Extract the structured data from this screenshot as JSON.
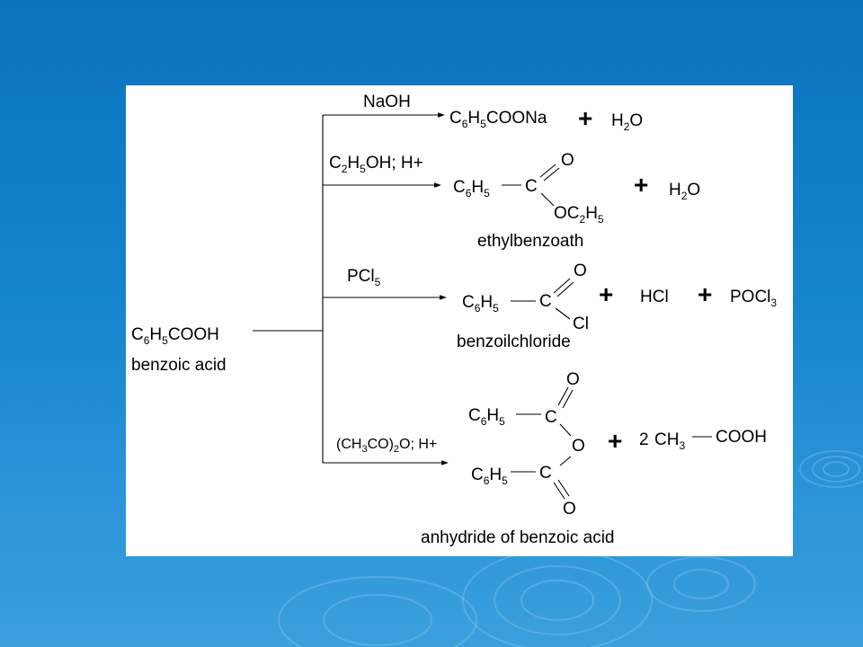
{
  "reactant": {
    "formula": [
      "C",
      "6",
      "H",
      "5",
      "COOH"
    ],
    "name": "benzoic acid"
  },
  "reactions": [
    {
      "reagent": "NaOH",
      "product": [
        "C",
        "6",
        "H",
        "5",
        "COONa"
      ],
      "plus": "+",
      "byproduct": [
        "H",
        "2",
        "O"
      ]
    },
    {
      "reagent": [
        "C",
        "2",
        "H",
        "5",
        "OH; H+"
      ],
      "r_group": [
        "C",
        "6",
        "H",
        "5"
      ],
      "carbon": "C",
      "oxo": "O",
      "substituent": [
        "OC",
        "2",
        "H",
        "5"
      ],
      "product_name": "ethylbenzoath",
      "plus": "+",
      "byproduct": [
        "H",
        "2",
        "O"
      ]
    },
    {
      "reagent": [
        "PCl",
        "5"
      ],
      "r_group": [
        "C",
        "6",
        "H",
        "5"
      ],
      "carbon": "C",
      "oxo": "O",
      "substituent": "Cl",
      "product_name": "benzoilchloride",
      "plus_1": "+",
      "byproduct_1": "HCl",
      "plus_2": "+",
      "byproduct_2": [
        "POCl",
        "3"
      ]
    },
    {
      "reagent": [
        "(CH",
        "3",
        "CO)",
        "2",
        "O; H+"
      ],
      "r_group_top": [
        "C",
        "6",
        "H",
        "5"
      ],
      "carbon_top": "C",
      "oxo_top": "O",
      "bridge": "O",
      "r_group_bottom": [
        "C",
        "6",
        "H",
        "5"
      ],
      "carbon_bottom": "C",
      "oxo_bottom": "O",
      "product_name": "anhydride of benzoic acid",
      "plus": "+",
      "coefficient": "2",
      "byproduct_methyl": [
        "CH",
        "3"
      ],
      "byproduct_acid": "COOH"
    }
  ]
}
